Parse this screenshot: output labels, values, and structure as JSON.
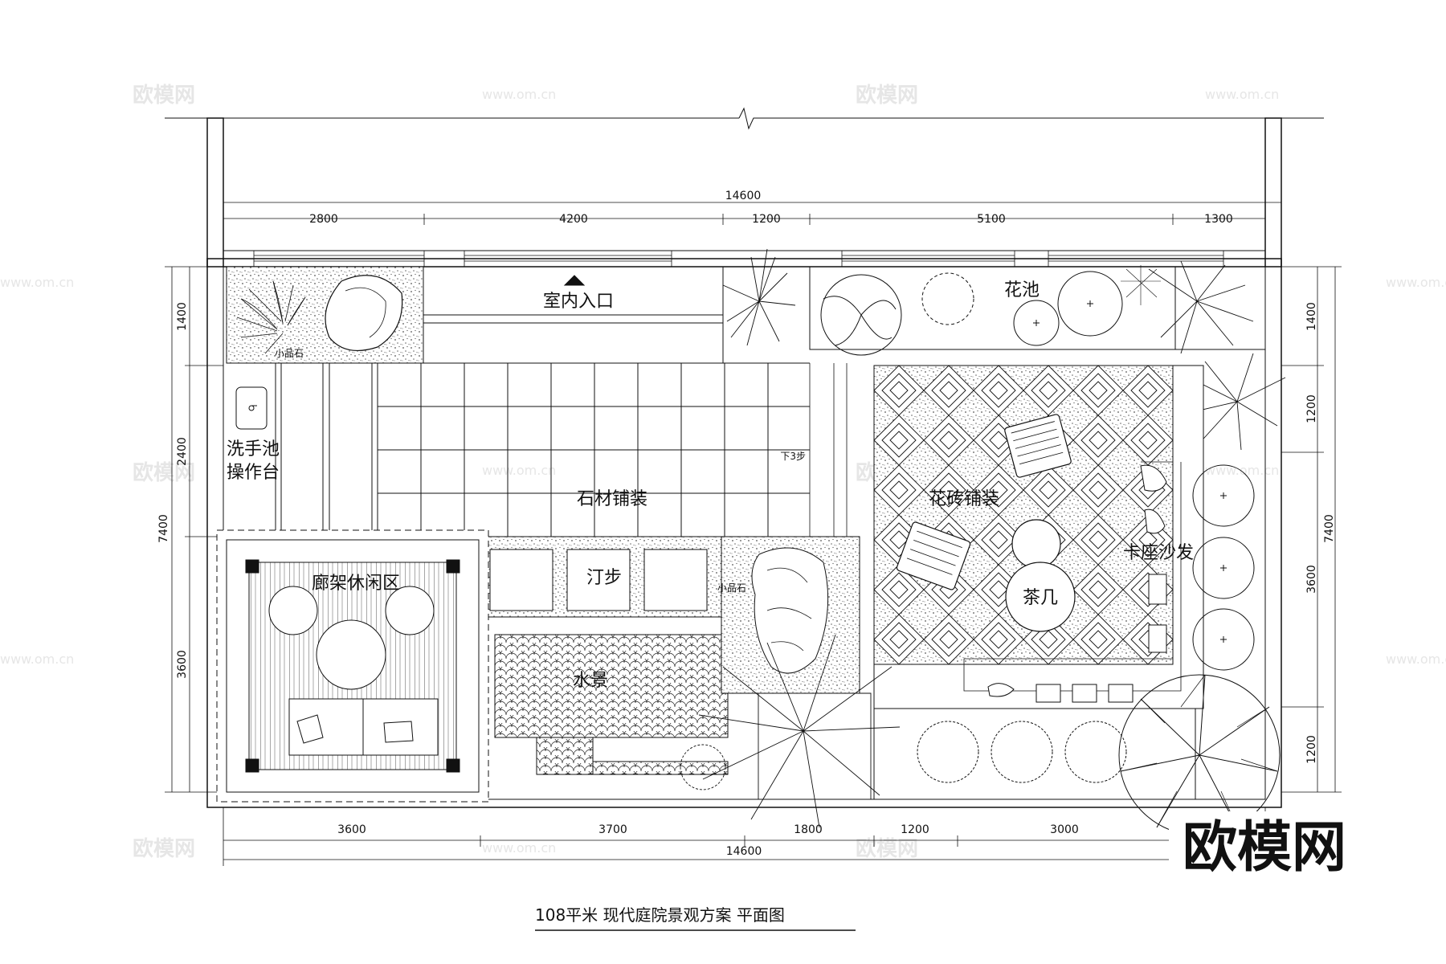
{
  "plan_title": "108平米  现代庭院景观方案  平面图",
  "logo": "欧模网",
  "watermarks": {
    "brand": "欧模网",
    "url": "www.om.cn"
  },
  "top_dims": {
    "total": "14600",
    "segments": [
      "2800",
      "4200",
      "1200",
      "5100",
      "1300"
    ]
  },
  "bottom_dims": {
    "total": "14600",
    "segments": [
      "3600",
      "3700",
      "1800",
      "1200",
      "3000"
    ]
  },
  "left_dims": {
    "total": "7400",
    "segments": [
      "1400",
      "2400",
      "3600"
    ]
  },
  "right_dims": {
    "total": "7400",
    "segments": [
      "1400",
      "1200",
      "3600",
      "1200"
    ]
  },
  "areas": {
    "entrance": "室内入口",
    "flower_bed": "花池",
    "sink_line1": "洗手池",
    "sink_line2": "操作台",
    "stone_paving": "石材铺装",
    "tile_paving": "花砖铺装",
    "stepping_stones": "汀步",
    "water_feature": "水景",
    "pergola": "廊架休闲区",
    "booth_sofa": "卡座沙发",
    "tea_table": "茶几",
    "rockery_top": "小品石",
    "rockery_mid": "小品石",
    "step_down": "下3步"
  }
}
